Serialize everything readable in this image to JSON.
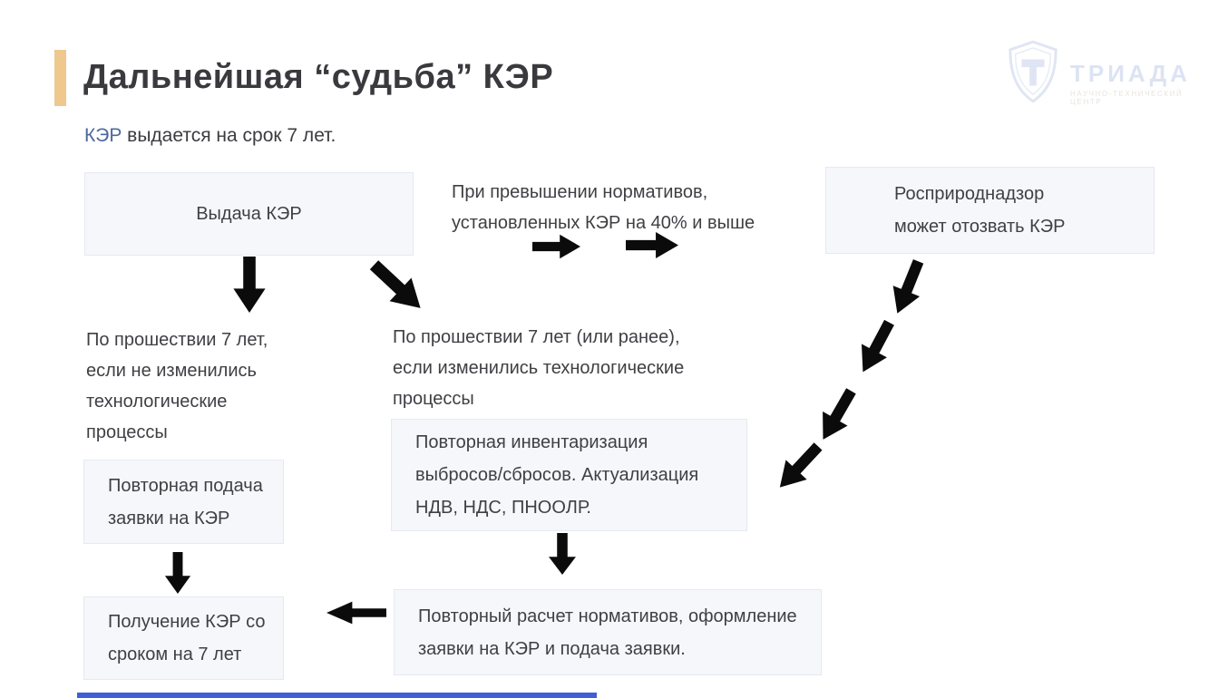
{
  "slide": {
    "title": "Дальнейшая “судьба” КЭР",
    "subtitle": {
      "highlight": "КЭР",
      "rest": " выдается на срок 7 лет."
    },
    "logo": {
      "brand": "ТРИАДА",
      "tagline": "НАУЧНО-ТЕХНИЧЕСКИЙ ЦЕНТР",
      "monogram": "Т"
    }
  },
  "boxes": {
    "issue": "Выдача КЭР",
    "rosprirod": [
      "Росприроднадзор",
      "может отозвать КЭР"
    ],
    "reinventory": [
      "Повторная инвентаризация",
      "выбросов/сбросов. Актуализация",
      "НДВ, НДС, ПНООЛР."
    ],
    "reapply": [
      "Повторная подача",
      "заявки на КЭР"
    ],
    "receive": [
      "Получение КЭР со",
      "сроком на 7 лет"
    ],
    "recalc": [
      "Повторный расчет нормативов, оформление",
      "заявки на КЭР и подача заявки."
    ]
  },
  "labels": {
    "exceed": [
      "При превышении нормативов,",
      "установленных КЭР на 40% и выше"
    ],
    "after7_unchanged": [
      "По прошествии 7 лет,",
      "если не изменились",
      "технологические",
      "процессы"
    ],
    "after7_changed": [
      "По прошествии 7 лет (или ранее),",
      "если изменились технологические",
      "процессы"
    ]
  },
  "colors": {
    "accent_bar": "#eec88d",
    "ker_highlight": "#4d689f",
    "box_bg": "#f6f7fb",
    "box_border": "#e6e9f1",
    "arrow": "#0b0b0b",
    "text": "#3f3f44",
    "logo": "#dce3f3",
    "bottom_bar": "#3f5ed7"
  }
}
